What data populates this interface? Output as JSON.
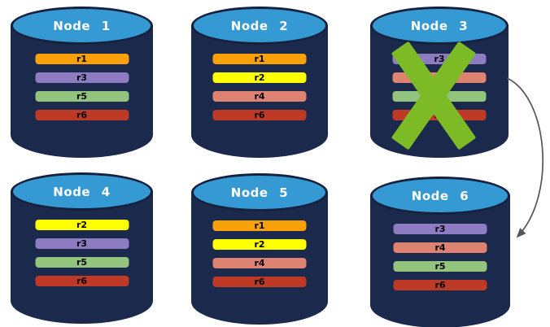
{
  "colors": {
    "background": "#FFFFFF",
    "cylinder_body": "#1B2A4C",
    "cylinder_top_fill": "#3599D4",
    "cylinder_top_border": "#16213E",
    "node_label_text": "#FFFFFF",
    "bar_text": "#000000"
  },
  "nodes": [
    {
      "label": "Node 1",
      "failed": false,
      "replicas": [
        {
          "id": "r1",
          "color": "#F9A109"
        },
        {
          "id": "r3",
          "color": "#8E7CC3"
        },
        {
          "id": "r5",
          "color": "#93C47D"
        },
        {
          "id": "r6",
          "color": "#BE3A26"
        }
      ]
    },
    {
      "label": "Node 2",
      "failed": false,
      "replicas": [
        {
          "id": "r1",
          "color": "#F9A109"
        },
        {
          "id": "r2",
          "color": "#FFFF00"
        },
        {
          "id": "r4",
          "color": "#DE8272"
        },
        {
          "id": "r6",
          "color": "#BE3A26"
        }
      ]
    },
    {
      "label": "Node 3",
      "failed": true,
      "replicas": [
        {
          "id": "r3",
          "color": "#8E7CC3"
        },
        {
          "id": "r4",
          "color": "#DE8272"
        },
        {
          "id": "r5",
          "color": "#93C47D"
        },
        {
          "id": "r6",
          "color": "#BE3A26"
        }
      ]
    },
    {
      "label": "Node 4",
      "failed": false,
      "replicas": [
        {
          "id": "r2",
          "color": "#FFFF00"
        },
        {
          "id": "r3",
          "color": "#8E7CC3"
        },
        {
          "id": "r5",
          "color": "#93C47D"
        },
        {
          "id": "r6",
          "color": "#BE3A26"
        }
      ]
    },
    {
      "label": "Node 5",
      "failed": false,
      "replicas": [
        {
          "id": "r1",
          "color": "#F9A109"
        },
        {
          "id": "r2",
          "color": "#FFFF00"
        },
        {
          "id": "r4",
          "color": "#DE8272"
        },
        {
          "id": "r6",
          "color": "#BE3A26"
        }
      ]
    },
    {
      "label": "Node 6",
      "failed": false,
      "replicas": [
        {
          "id": "r3",
          "color": "#8E7CC3"
        },
        {
          "id": "r4",
          "color": "#DE8272"
        },
        {
          "id": "r5",
          "color": "#93C47D"
        },
        {
          "id": "r6",
          "color": "#BE3A26"
        }
      ]
    }
  ],
  "annotations": {
    "failed_node_x": {
      "node": "Node 3",
      "color": "#7CBB26"
    },
    "failover_arrow": {
      "from": "Node 3",
      "to": "Node 6",
      "color": "#555555"
    }
  }
}
